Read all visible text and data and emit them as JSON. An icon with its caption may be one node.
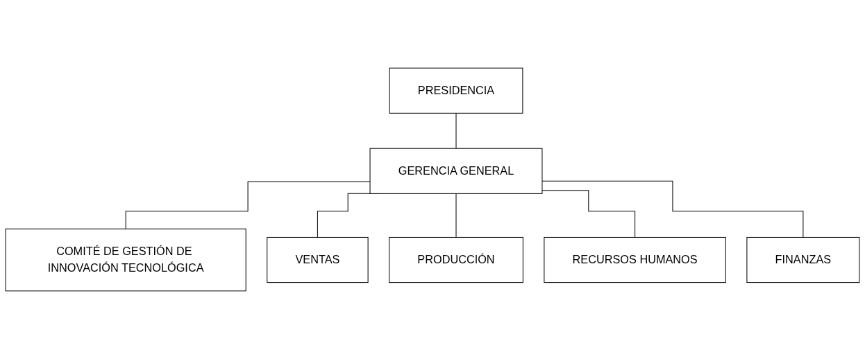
{
  "diagram": {
    "nodes": [
      {
        "text": [
          "PRESIDENCIA"
        ]
      },
      {
        "text": [
          "GERENCIA GENERAL"
        ]
      },
      {
        "text": [
          "COMITÉ DE GESTIÓN DE INNOVACIÓN TECNOLÓGICA"
        ]
      },
      {
        "text": [
          "VENTAS"
        ]
      },
      {
        "text": [
          "PRODUCCIÓN"
        ]
      },
      {
        "text": [
          "RECURSOS HUMANOS"
        ]
      },
      {
        "text": [
          "FINANZAS"
        ]
      }
    ],
    "edges": [
      {
        "from": 0,
        "to": 1,
        "arrow": "none"
      },
      {
        "from": 1,
        "to": 2,
        "arrow": "none"
      },
      {
        "from": 1,
        "to": 3,
        "arrow": "none"
      },
      {
        "from": 1,
        "to": 4,
        "arrow": "none"
      },
      {
        "from": 1,
        "to": 5,
        "arrow": "none"
      },
      {
        "from": 1,
        "to": 6,
        "arrow": "none"
      }
    ]
  }
}
